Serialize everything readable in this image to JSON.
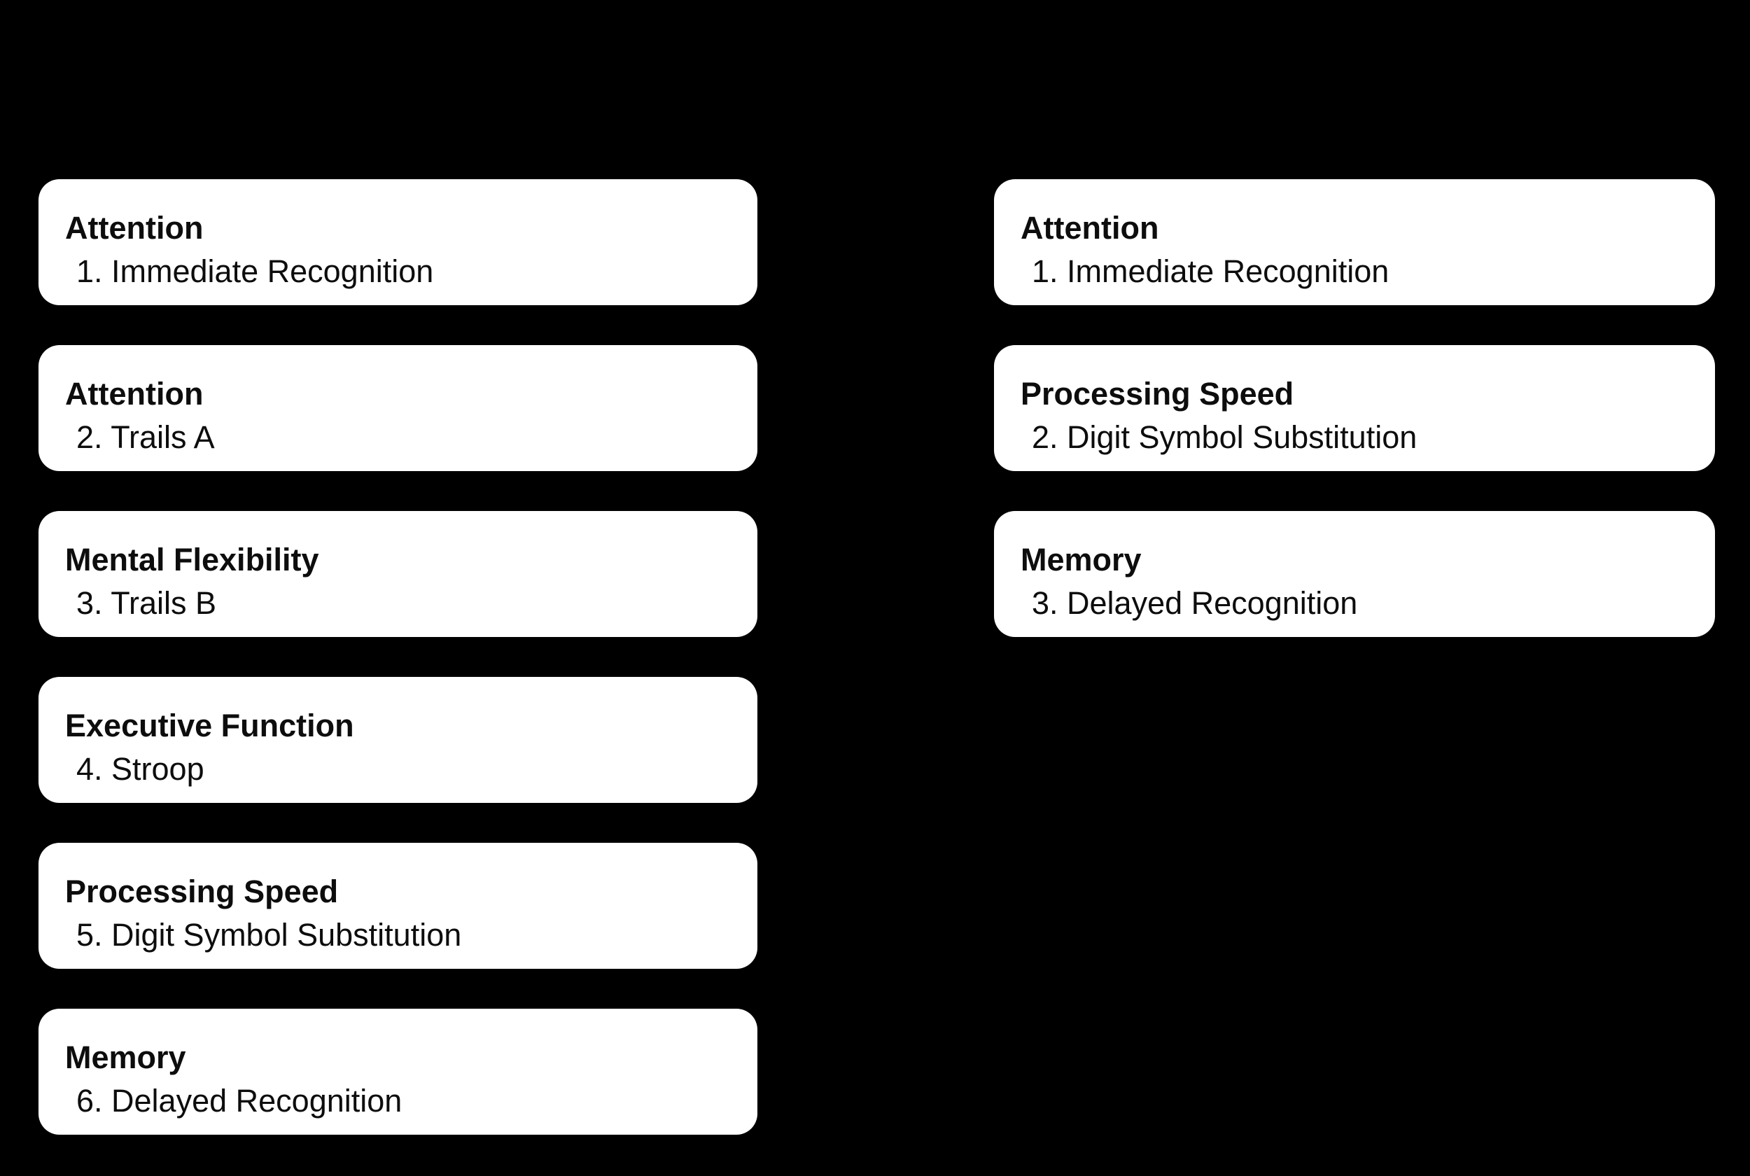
{
  "figure": {
    "background_color": "#000000",
    "card_background_color": "#ffffff",
    "text_color": "#0d0d0d"
  },
  "columns": [
    {
      "id": "left-battery",
      "cards": [
        {
          "domain": "Attention",
          "test": "1. Immediate Recognition"
        },
        {
          "domain": "Attention",
          "test": "2. Trails A"
        },
        {
          "domain": "Mental Flexibility",
          "test": "3. Trails B"
        },
        {
          "domain": "Executive Function",
          "test": "4. Stroop"
        },
        {
          "domain": "Processing Speed",
          "test": "5. Digit Symbol Substitution"
        },
        {
          "domain": "Memory",
          "test": "6. Delayed Recognition"
        }
      ]
    },
    {
      "id": "right-battery",
      "cards": [
        {
          "domain": "Attention",
          "test": "1. Immediate Recognition"
        },
        {
          "domain": "Processing Speed",
          "test": "2. Digit Symbol Substitution"
        },
        {
          "domain": "Memory",
          "test": "3. Delayed Recognition"
        }
      ]
    }
  ]
}
